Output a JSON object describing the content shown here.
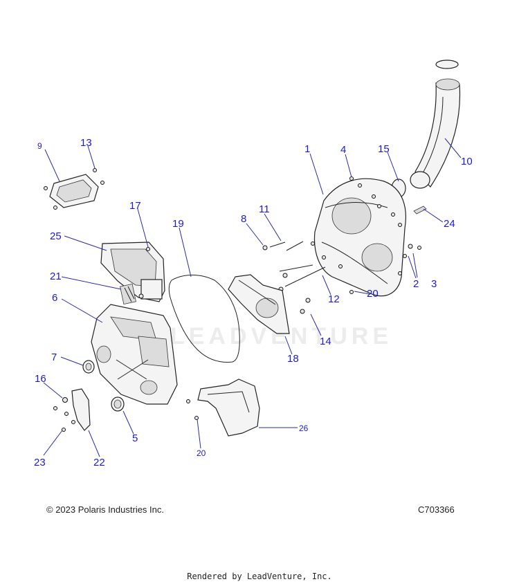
{
  "diagram": {
    "watermark": "LEADVENTURE",
    "callouts": [
      {
        "id": "c1",
        "label": "1"
      },
      {
        "id": "c2",
        "label": "2"
      },
      {
        "id": "c3",
        "label": "3"
      },
      {
        "id": "c4",
        "label": "4"
      },
      {
        "id": "c5",
        "label": "5"
      },
      {
        "id": "c6",
        "label": "6"
      },
      {
        "id": "c7",
        "label": "7"
      },
      {
        "id": "c8",
        "label": "8"
      },
      {
        "id": "c9",
        "label": "9"
      },
      {
        "id": "c10",
        "label": "10"
      },
      {
        "id": "c11",
        "label": "11"
      },
      {
        "id": "c12",
        "label": "12"
      },
      {
        "id": "c13",
        "label": "13"
      },
      {
        "id": "c14",
        "label": "14"
      },
      {
        "id": "c15",
        "label": "15"
      },
      {
        "id": "c16",
        "label": "16"
      },
      {
        "id": "c17",
        "label": "17"
      },
      {
        "id": "c18",
        "label": "18"
      },
      {
        "id": "c19",
        "label": "19"
      },
      {
        "id": "c20a",
        "label": "20"
      },
      {
        "id": "c20b",
        "label": "20"
      },
      {
        "id": "c21",
        "label": "21"
      },
      {
        "id": "c22",
        "label": "22"
      },
      {
        "id": "c23",
        "label": "23"
      },
      {
        "id": "c24",
        "label": "24"
      },
      {
        "id": "c25",
        "label": "25"
      },
      {
        "id": "c26",
        "label": "26"
      }
    ]
  },
  "footer": {
    "copyright": "© 2023 Polaris Industries Inc.",
    "figure_code": "C703366",
    "rendered_by": "Rendered by LeadVenture, Inc."
  }
}
